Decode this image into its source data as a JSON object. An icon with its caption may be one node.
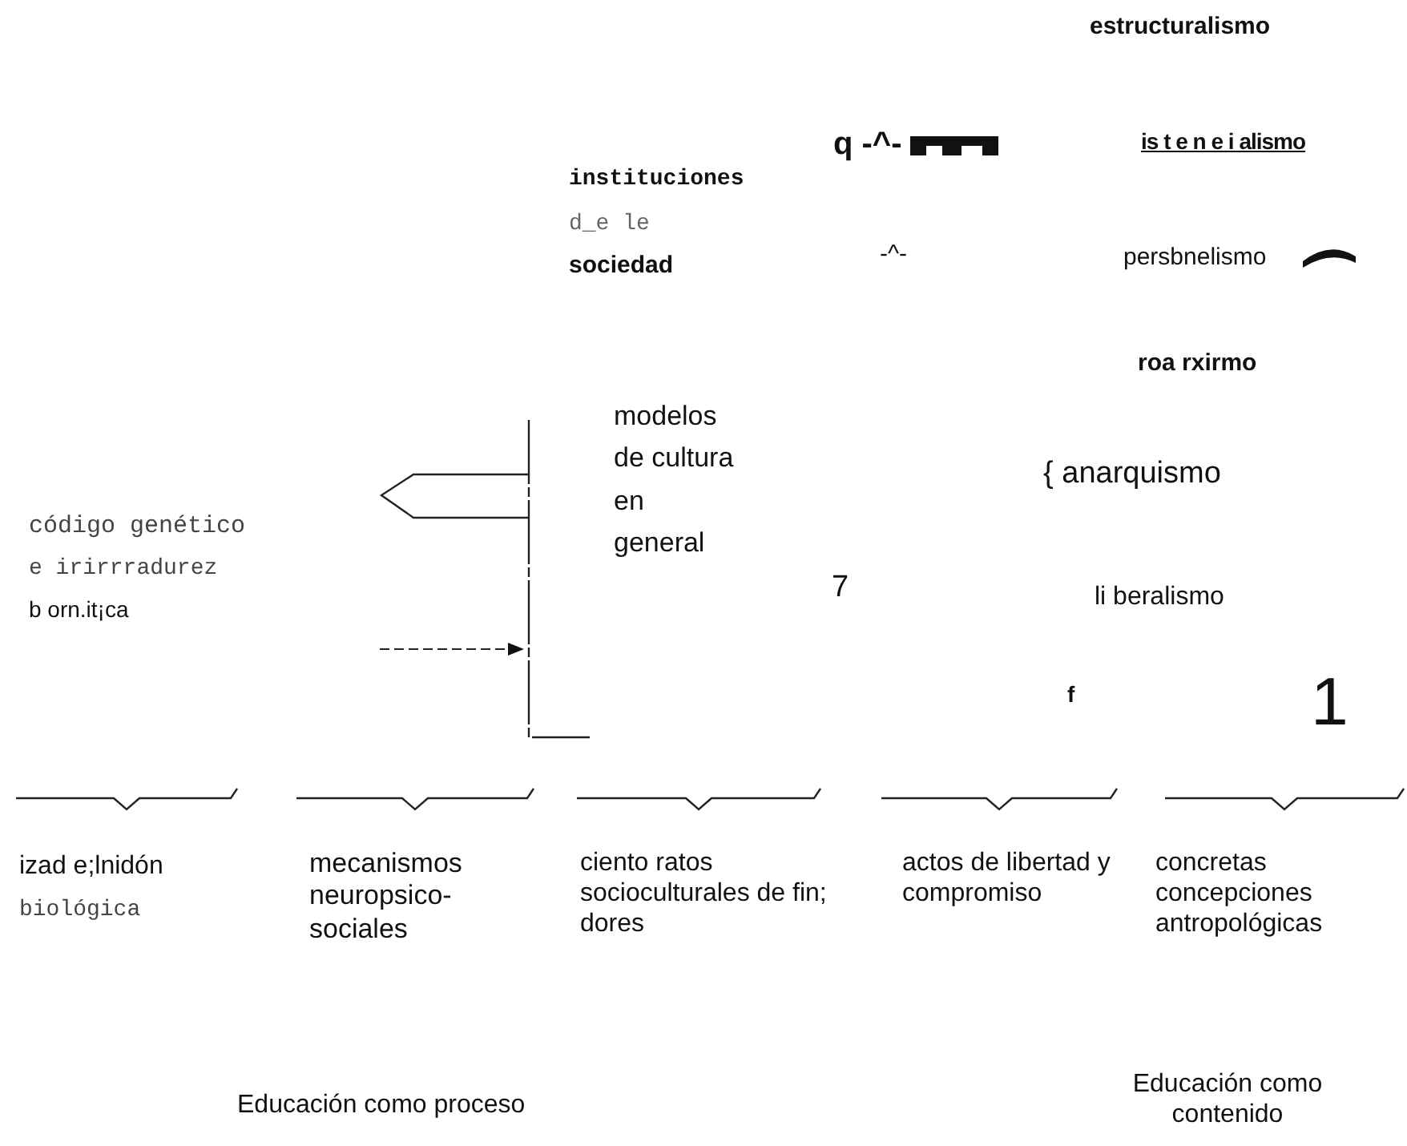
{
  "diagram": {
    "labels": [
      "estructuralismo",
      "q -^-",
      "is t e n e i alismo",
      "instituciones",
      "d_e le",
      "sociedad",
      "-^-",
      "persbnelismo",
      "roa rxirmo",
      "modelos de cultura en general",
      "{ anarquismo",
      "código genético",
      "e irirrradurez",
      "b orn.it¡ca",
      "7",
      "li beralismo",
      "f",
      "1",
      "izad e;lnidón",
      "biológica",
      "mecanismos neuropsico- sociales",
      "ciento ratos socioculturales de fin; dores",
      "actos de libertad y compromiso",
      "concretas concepciones antropológicas",
      "Educación como proceso",
      "Educación como contenido"
    ]
  }
}
